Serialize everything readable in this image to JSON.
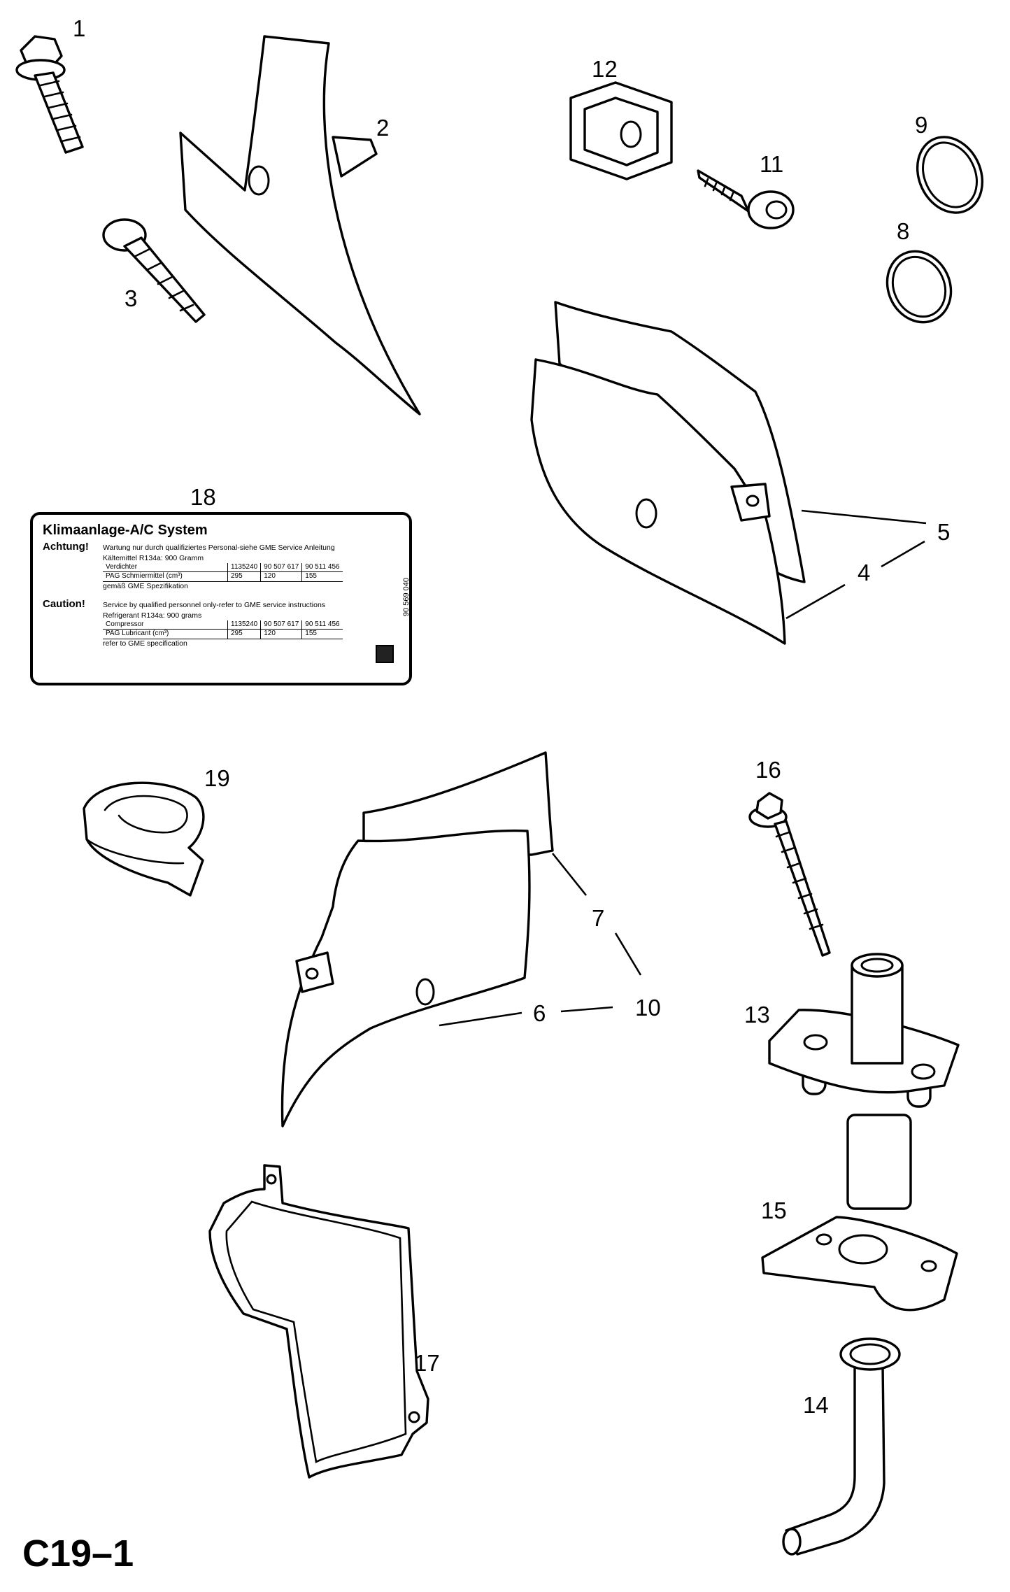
{
  "callouts": {
    "c1": "1",
    "c2": "2",
    "c3": "3",
    "c4": "4",
    "c5": "5",
    "c6": "6",
    "c7": "7",
    "c8": "8",
    "c9": "9",
    "c10": "10",
    "c11": "11",
    "c12": "12",
    "c13": "13",
    "c14": "14",
    "c15": "15",
    "c16": "16",
    "c17": "17",
    "c18": "18",
    "c19": "19"
  },
  "label": {
    "title": "Klimaanlage-A/C System",
    "achtung_key": "Achtung!",
    "achtung_text": "Wartung nur durch qualifiziertes Personal-siehe GME Service Anleitung",
    "kaeltemittel": "Kältemittel R134a:  900 Gramm",
    "de_header": [
      "Verdichter",
      "1135240",
      "90 507 617",
      "90 511 456"
    ],
    "de_row": [
      "PAG Schmiermittel (cm³)",
      "295",
      "120",
      "155"
    ],
    "de_note": "gemäß GME Spezifikation",
    "caution_key": "Caution!",
    "caution_text": "Service by qualified personnel only-refer to GME service instructions",
    "refrigerant": "Refrigerant R134a:  900 grams",
    "en_header": [
      "Compressor",
      "1135240",
      "90 507 617",
      "90 511 456"
    ],
    "en_row": [
      "PAG Lubricant  (cm³)",
      "295",
      "120",
      "155"
    ],
    "en_note": "refer to GME specification",
    "part_number": "90 569 040"
  },
  "page_code": "C19–1"
}
